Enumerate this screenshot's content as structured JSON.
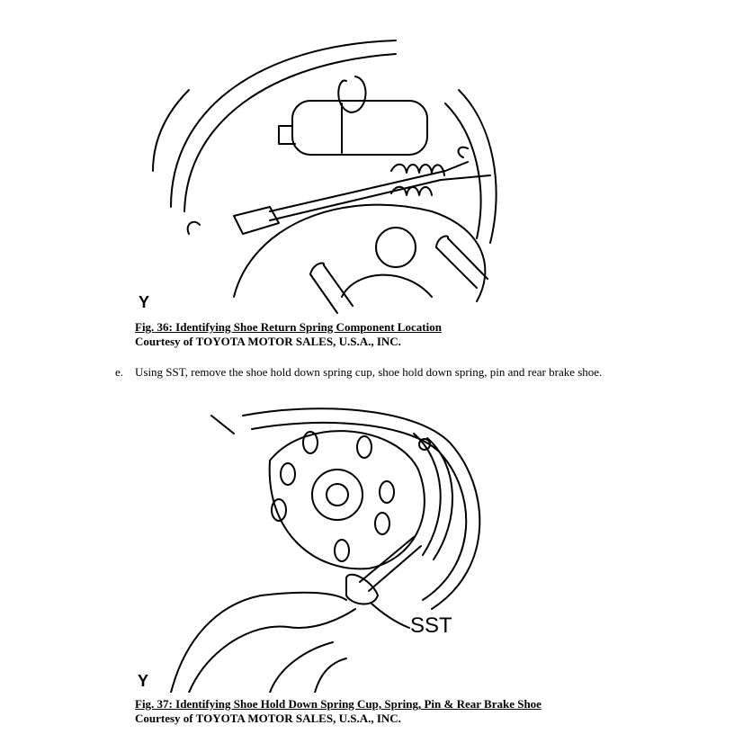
{
  "figure_36": {
    "marker": "Y",
    "title": "Fig. 36: Identifying Shoe Return Spring Component Location",
    "credit": "Courtesy of TOYOTA MOTOR SALES, U.S.A., INC."
  },
  "step_e": {
    "letter": "e.",
    "text": "Using SST, remove the shoe hold down spring cup, shoe hold down spring, pin and rear brake shoe."
  },
  "figure_37": {
    "marker": "Y",
    "callout": "SST",
    "title": "Fig. 37: Identifying Shoe Hold Down Spring Cup, Spring, Pin & Rear Brake Shoe",
    "credit": "Courtesy of TOYOTA MOTOR SALES, U.S.A., INC."
  }
}
